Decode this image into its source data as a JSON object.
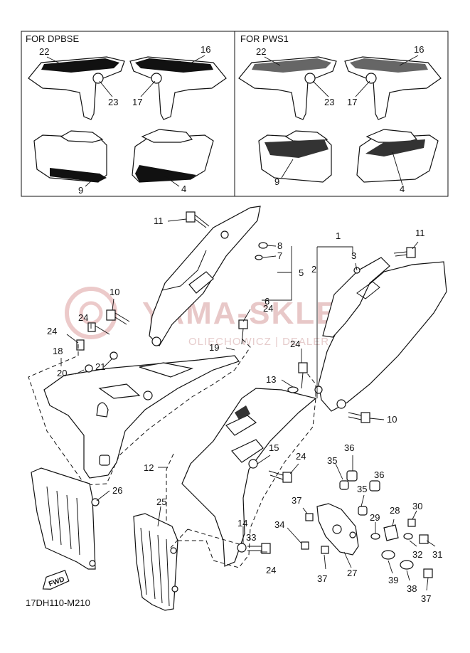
{
  "inset_panels": [
    {
      "header": "FOR DPBSE",
      "labels": [
        "22",
        "16",
        "23",
        "17",
        "9",
        "4"
      ]
    },
    {
      "header": "FOR PWS1",
      "labels": [
        "22",
        "16",
        "23",
        "17",
        "9",
        "4"
      ]
    }
  ],
  "watermark": {
    "logo": "YAMA-SKLEP.PL",
    "subline": "OLIECHOWICZ | DEALER YAMAHA"
  },
  "fwd_label": "FWD",
  "diagram_code": "17DH110-M210",
  "callouts": [
    "11",
    "8",
    "7",
    "5",
    "6",
    "10",
    "24",
    "24",
    "18",
    "20",
    "21",
    "19",
    "24",
    "12",
    "13",
    "24",
    "1",
    "2",
    "3",
    "11",
    "10",
    "15",
    "24",
    "36",
    "35",
    "36",
    "35",
    "37",
    "34",
    "33",
    "14",
    "24",
    "26",
    "25",
    "29",
    "28",
    "30",
    "27",
    "32",
    "31",
    "39",
    "38",
    "37",
    "37"
  ]
}
